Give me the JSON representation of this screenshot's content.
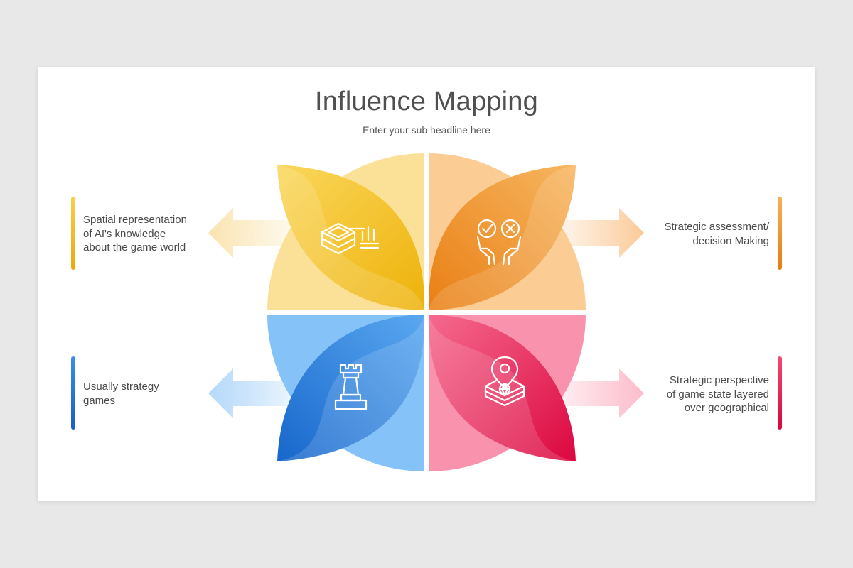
{
  "header": {
    "title": "Influence Mapping",
    "subtitle": "Enter your sub headline here"
  },
  "quadrants": [
    {
      "id": "top-left",
      "text_lines": [
        "Spatial representation",
        "of AI's knowledge",
        "about the game world"
      ],
      "icon": "layers-chart-icon",
      "colors": {
        "light": "#fbe197",
        "leaf_start": "#f8d34a",
        "leaf_end": "#eeb20a",
        "accent": "#f2c02a"
      }
    },
    {
      "id": "top-right",
      "text_lines": [
        "Strategic assessment/",
        "decision Making"
      ],
      "icon": "hands-decision-icon",
      "colors": {
        "light": "#fbcd95",
        "leaf_start": "#f6ae4e",
        "leaf_end": "#ea8419",
        "accent": "#ef9730"
      }
    },
    {
      "id": "bottom-left",
      "text_lines": [
        "Usually strategy",
        "games"
      ],
      "icon": "chess-rook-icon",
      "colors": {
        "light": "#85c2f8",
        "leaf_start": "#4ea0ee",
        "leaf_end": "#1c6fd0",
        "accent": "#2a7fd8"
      }
    },
    {
      "id": "bottom-right",
      "text_lines": [
        "Strategic perspective",
        "of game state layered",
        "over geographical"
      ],
      "icon": "map-pin-layers-icon",
      "colors": {
        "light": "#f993ad",
        "leaf_start": "#f25c82",
        "leaf_end": "#df0b44",
        "accent": "#e82c59"
      }
    }
  ]
}
